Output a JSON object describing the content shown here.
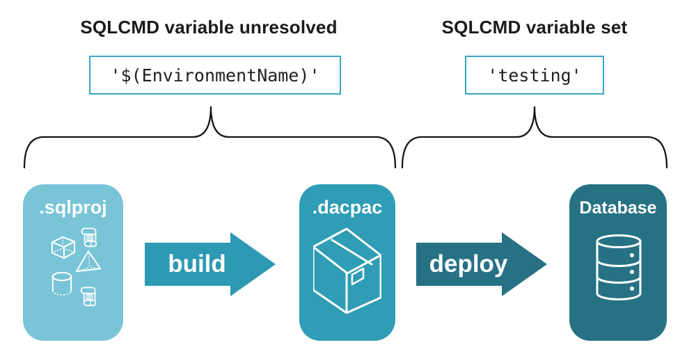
{
  "title_groups": {
    "unresolved": {
      "heading": "SQLCMD variable unresolved",
      "value": "'$(EnvironmentName)'"
    },
    "set": {
      "heading": "SQLCMD variable set",
      "value": "'testing'"
    }
  },
  "pipeline": {
    "nodes": [
      {
        "id": "sqlproj",
        "label": ".sqlproj",
        "color": "#79C4D7",
        "icons": [
          "scroll-icon",
          "cube-icon",
          "pyramid-icon",
          "cylinder-icon",
          "scroll-icon"
        ]
      },
      {
        "id": "dacpac",
        "label": ".dacpac",
        "color": "#2E9DB5",
        "icons": [
          "package-box-icon"
        ]
      },
      {
        "id": "database",
        "label": "Database",
        "color": "#267284",
        "icons": [
          "database-cylinder-icon"
        ]
      }
    ],
    "arrows": [
      {
        "label": "build",
        "color": "#2D99B2"
      },
      {
        "label": "deploy",
        "color": "#267284"
      }
    ]
  },
  "colors": {
    "background": "#FFFFFF",
    "heading_text": "#1A1A1A",
    "code_text": "#1F1F1F",
    "code_box_border": "#3AA5C1",
    "brace_stroke": "#151515",
    "icon_stroke": "#FFFFFF"
  }
}
